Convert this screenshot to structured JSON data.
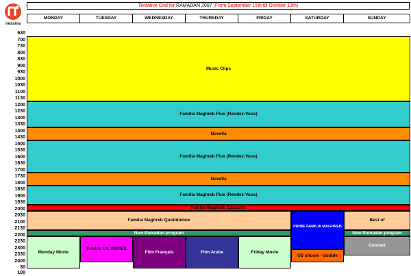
{
  "logo": {
    "text": "nessma"
  },
  "title": {
    "part1": "Tentative Grid for ",
    "part2": "RAMADAN 2007",
    "part3": " (From September 15th till October 13th)"
  },
  "days": [
    "MONDAY",
    "TUESDAY",
    "WEDNESDAY",
    "THURSDAY",
    "FRIDAY",
    "SATURDAY",
    "SUNDAY"
  ],
  "times": [
    "630",
    "700",
    "730",
    "800",
    "830",
    "900",
    "930",
    "1000",
    "1030",
    "1100",
    "1130",
    "1200",
    "1230",
    "1300",
    "1330",
    "1400",
    "1430",
    "1500",
    "1530",
    "1600",
    "1630",
    "1700",
    "1730",
    "1800",
    "1830",
    "1900",
    "1930",
    "2000",
    "2030",
    "2100",
    "2130",
    "2200",
    "2230",
    "2300",
    "2330",
    "2400",
    "30",
    "100"
  ],
  "blocks": {
    "music_clips": "Music Clips",
    "flux_1": "Familia Maghreb Flux (Rendez-Vous)",
    "novella_1": "Novella",
    "flux_2": "Familia Maghreb Flux (Rendez-Vous)",
    "novella_2": "Novella",
    "flux_3": "Familia Maghreb Flux (Rendez-Vous)",
    "capsules": "Familia Maghreb Capsules",
    "quotidienne": "Familia Maghreb Quotidienne",
    "new_ramadan_weekday": "New Ramadan program",
    "prime_saturday": "PRIME FAMILIA MAGHREB",
    "best_of": "Best of",
    "new_ramadan_sunday": "New Ramadan program",
    "monday_movie": "Monday Movie",
    "double_us_series": "Double US SERIES",
    "film_francais": "Film Français",
    "film_arabe": "Film Arabe",
    "friday_movie": "Friday Movie",
    "us_sitcom": "US sitcom - double",
    "concert": "Concert"
  },
  "colors": {
    "music_clips": "#ffff00",
    "flux": "#33cccc",
    "novella": "#ff8c00",
    "capsules": "#ff0000",
    "quotidienne": "#ffcc99",
    "new_ramadan": "#339966",
    "prime": "#0000ff",
    "monday_movie": "#ccffcc",
    "double_us": "#ff00ff",
    "film_francais": "#800080",
    "film_arabe": "#333399",
    "us_sitcom": "#ff6600",
    "concert": "#969696",
    "title_red": "#e00000"
  }
}
